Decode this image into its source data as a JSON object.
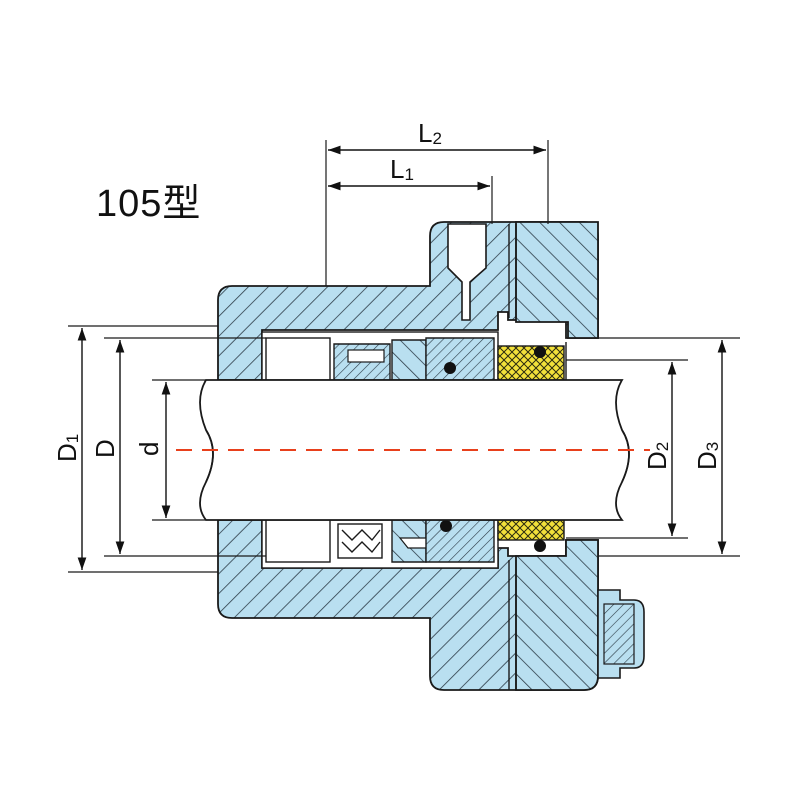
{
  "title": "105型",
  "dimensions": {
    "L2": {
      "main": "L",
      "sub": "2"
    },
    "L1": {
      "main": "L",
      "sub": "1"
    },
    "D1": {
      "main": "D",
      "sub": "1"
    },
    "D": {
      "main": "D",
      "sub": ""
    },
    "d": {
      "main": "d",
      "sub": ""
    },
    "D2": {
      "main": "D",
      "sub": "2"
    },
    "D3": {
      "main": "D",
      "sub": "3"
    }
  },
  "colors": {
    "steel": "#b9dff0",
    "outline": "#1a1a1a",
    "hatch": "#3a4a55",
    "seal_ring": "#f2e03a",
    "centerline": "#e8401c",
    "shaft": "#ffffff"
  }
}
